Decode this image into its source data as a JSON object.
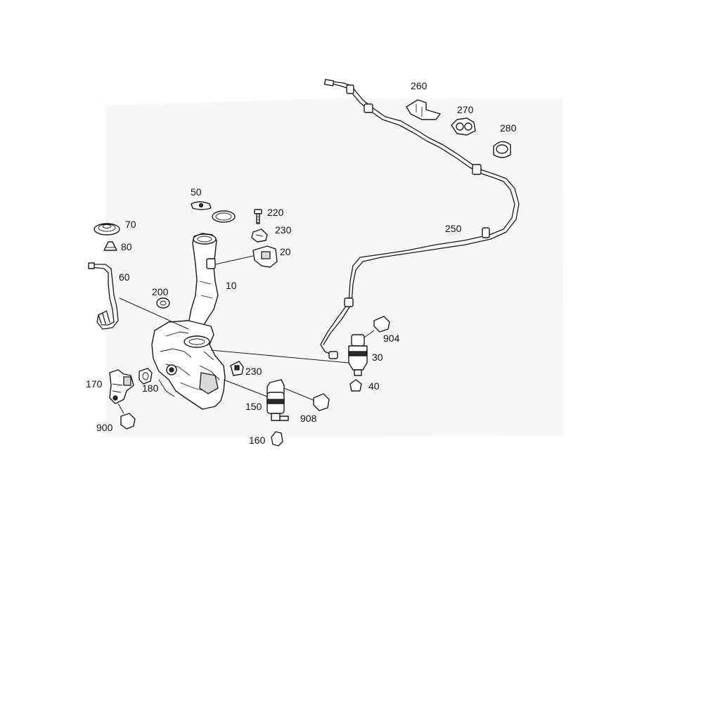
{
  "diagram": {
    "callouts": {
      "p10": "10",
      "p20": "20",
      "p30": "30",
      "p40": "40",
      "p50": "50",
      "p60": "60",
      "p70": "70",
      "p80": "80",
      "p150": "150",
      "p160": "160",
      "p170": "170",
      "p180": "180",
      "p200": "200",
      "p220": "220",
      "p230a": "230",
      "p230b": "230",
      "p250": "250",
      "p260": "260",
      "p270": "270",
      "p280": "280",
      "p900": "900",
      "p904": "904",
      "p908": "908"
    }
  }
}
